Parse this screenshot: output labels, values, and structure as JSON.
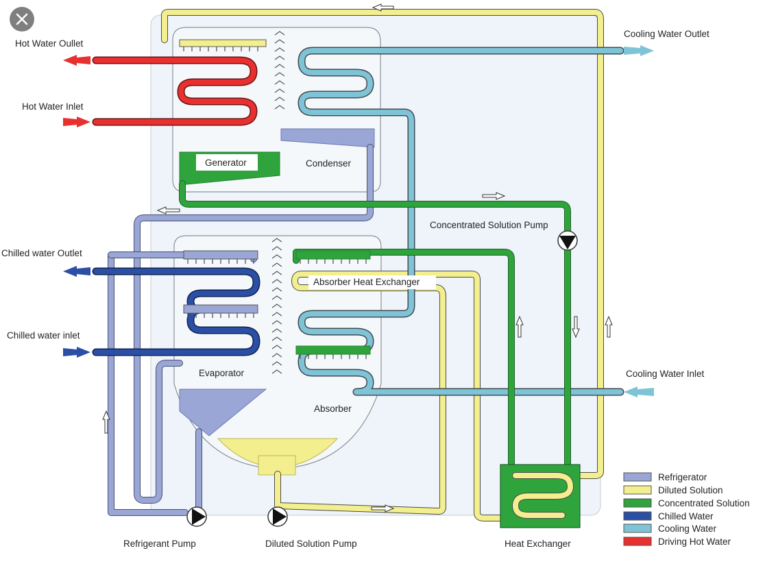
{
  "labels": {
    "hot_water_outlet": "Hot Water Oullet",
    "hot_water_inlet": "Hot Water Inlet",
    "cooling_water_outlet": "Cooling Water Outlet",
    "cooling_water_inlet": "Cooling Water Inlet",
    "chilled_water_outlet": "Chilled water Outlet",
    "chilled_water_inlet": "Chilled water inlet",
    "generator": "Generator",
    "condenser": "Condenser",
    "evaporator": "Evaporator",
    "absorber": "Absorber",
    "absorber_heat_exchanger": "Absorber Heat Exchanger",
    "concentrated_solution_pump": "Concentrated Solution Pump",
    "refrigerant_pump": "Refrigerant Pump",
    "diluted_solution_pump": "Diluted Solution Pump",
    "heat_exchanger": "Heat Exchanger"
  },
  "legend": [
    {
      "label": "Refrigerator",
      "color": "#9aa6d6"
    },
    {
      "label": "Diluted Solution",
      "color": "#f3ef8e"
    },
    {
      "label": "Concentrated Solution",
      "color": "#2fa43c"
    },
    {
      "label": "Chilled Water",
      "color": "#2b4fa5"
    },
    {
      "label": "Cooling Water",
      "color": "#7fc4d6"
    },
    {
      "label": "Driving Hot Water",
      "color": "#e8302f"
    }
  ],
  "colors": {
    "refrigerant": "#9aa6d6",
    "diluted": "#f3ef8e",
    "concentrated": "#2fa43c",
    "chilled": "#2b4fa5",
    "cooling": "#7fc4d6",
    "hot": "#e8302f",
    "shell": "#f1f6fb"
  },
  "close_icon": "close-icon"
}
